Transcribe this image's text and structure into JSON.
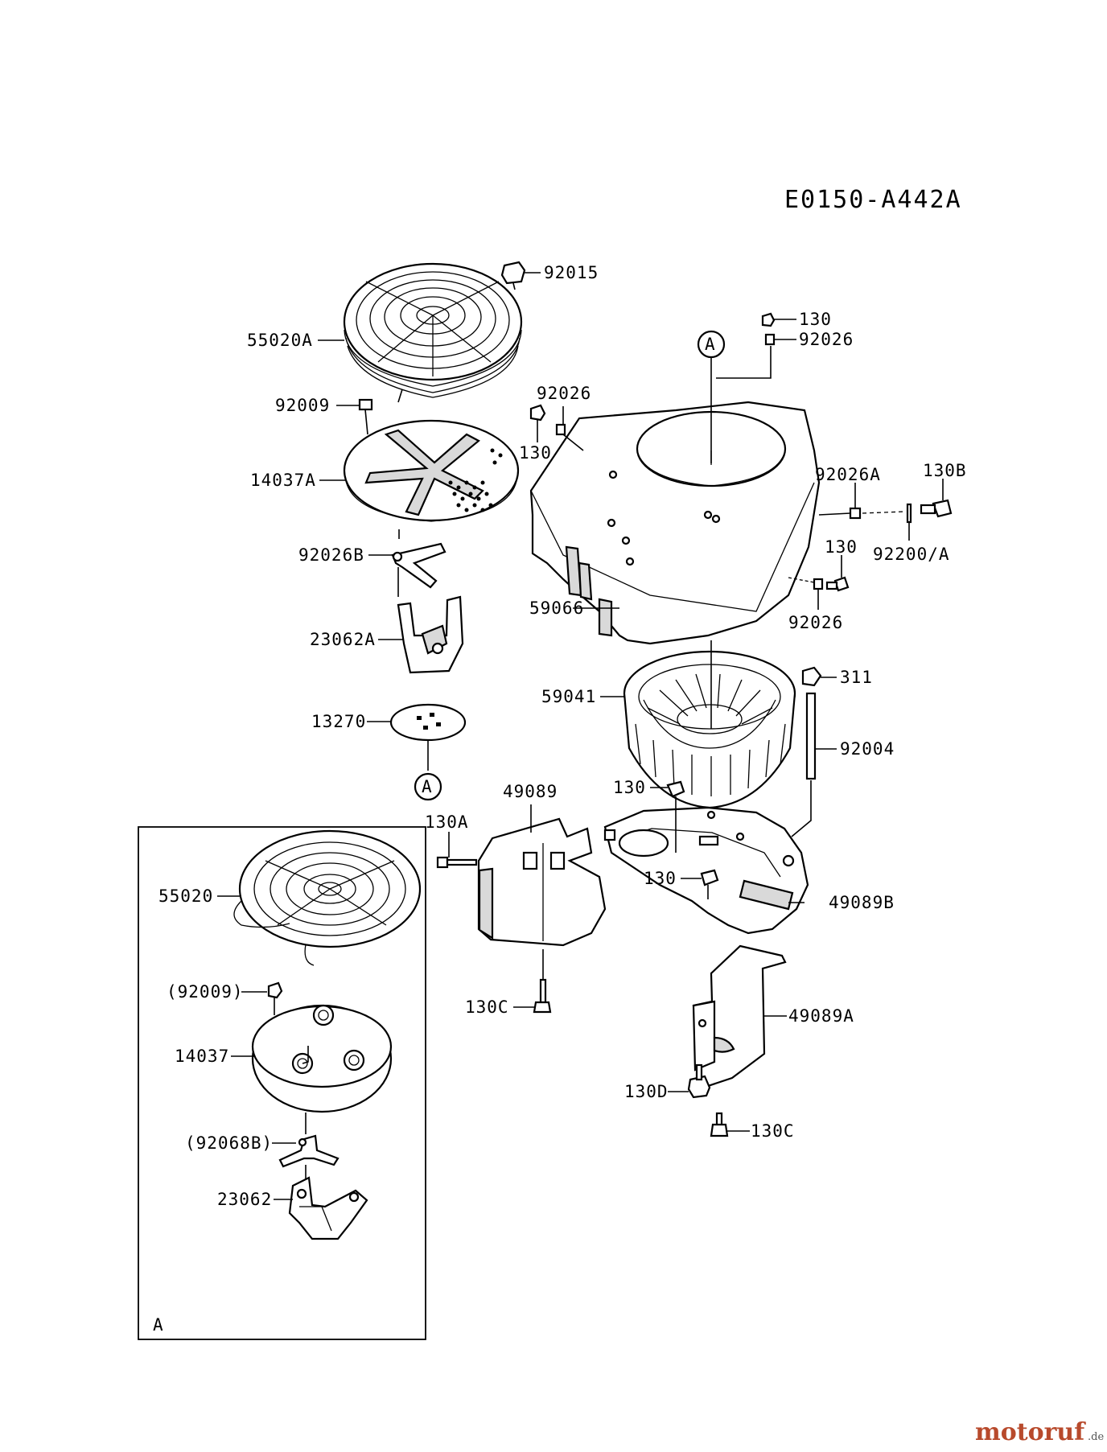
{
  "diagram": {
    "code": "E0150-A442A",
    "watermark": {
      "name": "motoruf",
      "suffix": ".de"
    },
    "inset_label": "A",
    "reference_marker": "A",
    "parts": {
      "p92015": "92015",
      "p55020A": "55020A",
      "p92009": "92009",
      "p14037A": "14037A",
      "p92026B": "92026B",
      "p23062A": "23062A",
      "p13270": "13270",
      "p130_top": "130",
      "p92026_top": "92026",
      "p92026_mid": "92026",
      "p130_mid": "130",
      "p92026A": "92026A",
      "p130B": "130B",
      "p92200A": "92200/A",
      "p130_right": "130",
      "p92026_right": "92026",
      "p59066": "59066",
      "p59041": "59041",
      "p311": "311",
      "p92004": "92004",
      "p49089": "49089",
      "p130_fan": "130",
      "p130A": "130A",
      "p130_guard": "130",
      "p49089B": "49089B",
      "p130C_left": "130C",
      "p49089A": "49089A",
      "p130D": "130D",
      "p130C_right": "130C",
      "p55020": "55020",
      "p92009_alt": "(92009)",
      "p14037": "14037",
      "p92068B": "(92068B)",
      "p23062": "23062"
    }
  }
}
